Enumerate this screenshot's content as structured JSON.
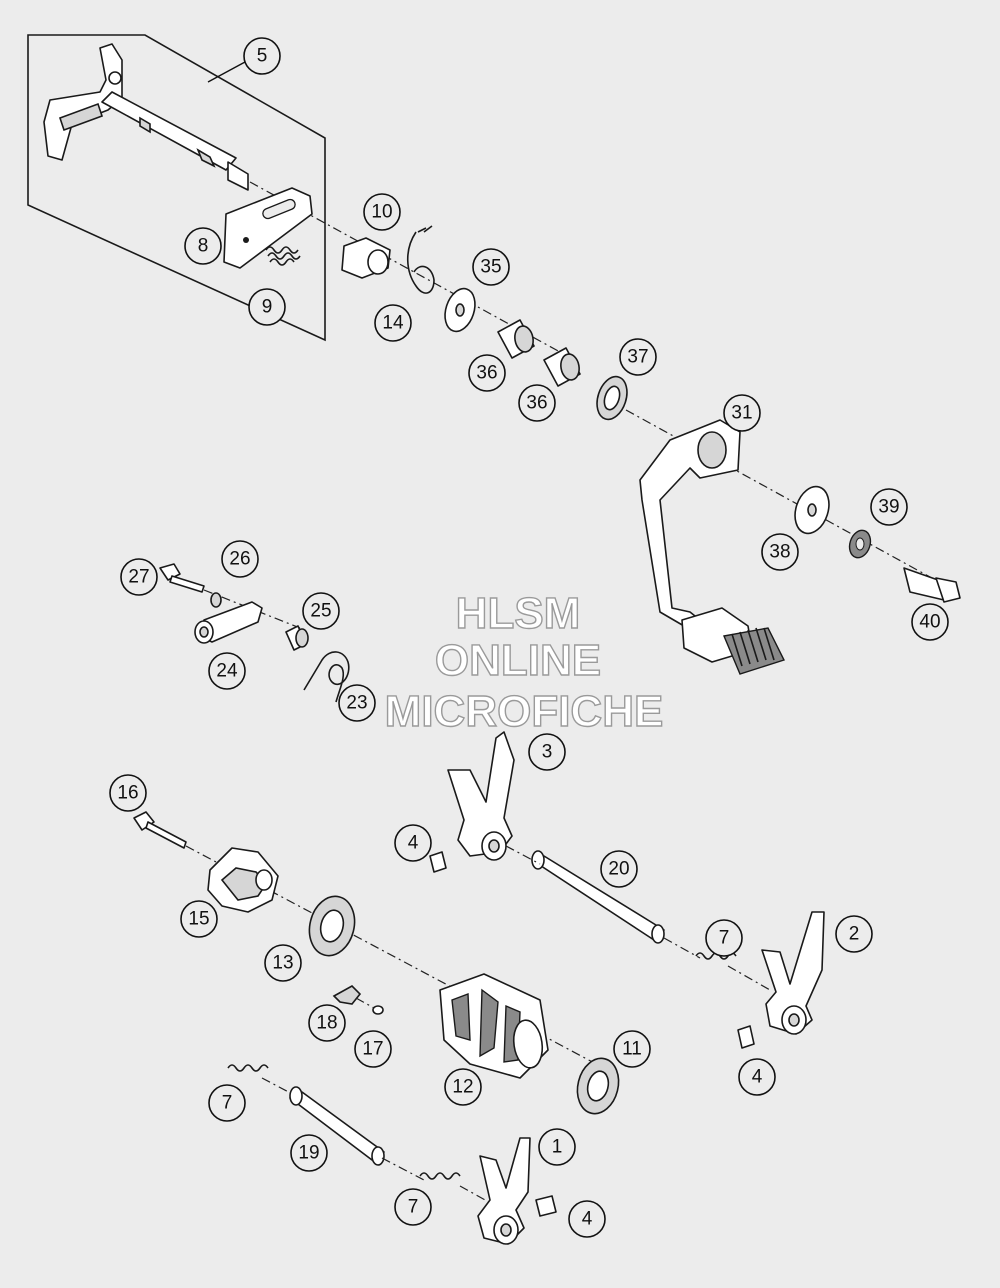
{
  "watermark": {
    "line1": "HLSM",
    "line2": "ONLINE",
    "line3": "MICROFICHE"
  },
  "callouts": [
    "1",
    "2",
    "3",
    "4",
    "4",
    "4",
    "5",
    "7",
    "7",
    "7",
    "8",
    "9",
    "10",
    "11",
    "12",
    "13",
    "14",
    "15",
    "16",
    "17",
    "18",
    "19",
    "20",
    "23",
    "24",
    "25",
    "26",
    "27",
    "31",
    "35",
    "36",
    "36",
    "37",
    "38",
    "39",
    "40"
  ]
}
